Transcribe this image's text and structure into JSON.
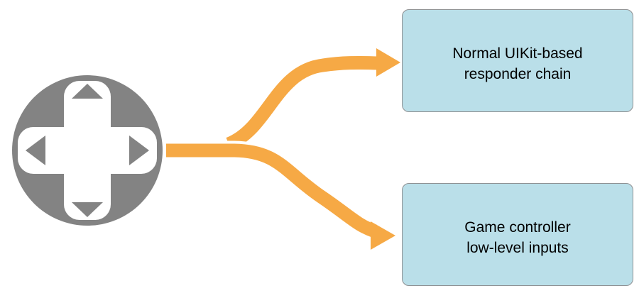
{
  "colors": {
    "background": "#ffffff",
    "arrow": "#F6A945",
    "dpad": "#838383",
    "box_fill": "#BADFE9",
    "box_border": "#8F9193",
    "text": "#000000"
  },
  "icons": {
    "dpad": "dpad-icon"
  },
  "nodes": [
    {
      "line1": "Normal UIKit-based",
      "line2": "responder chain"
    },
    {
      "line1": "Game controller",
      "line2": "low-level inputs"
    }
  ]
}
